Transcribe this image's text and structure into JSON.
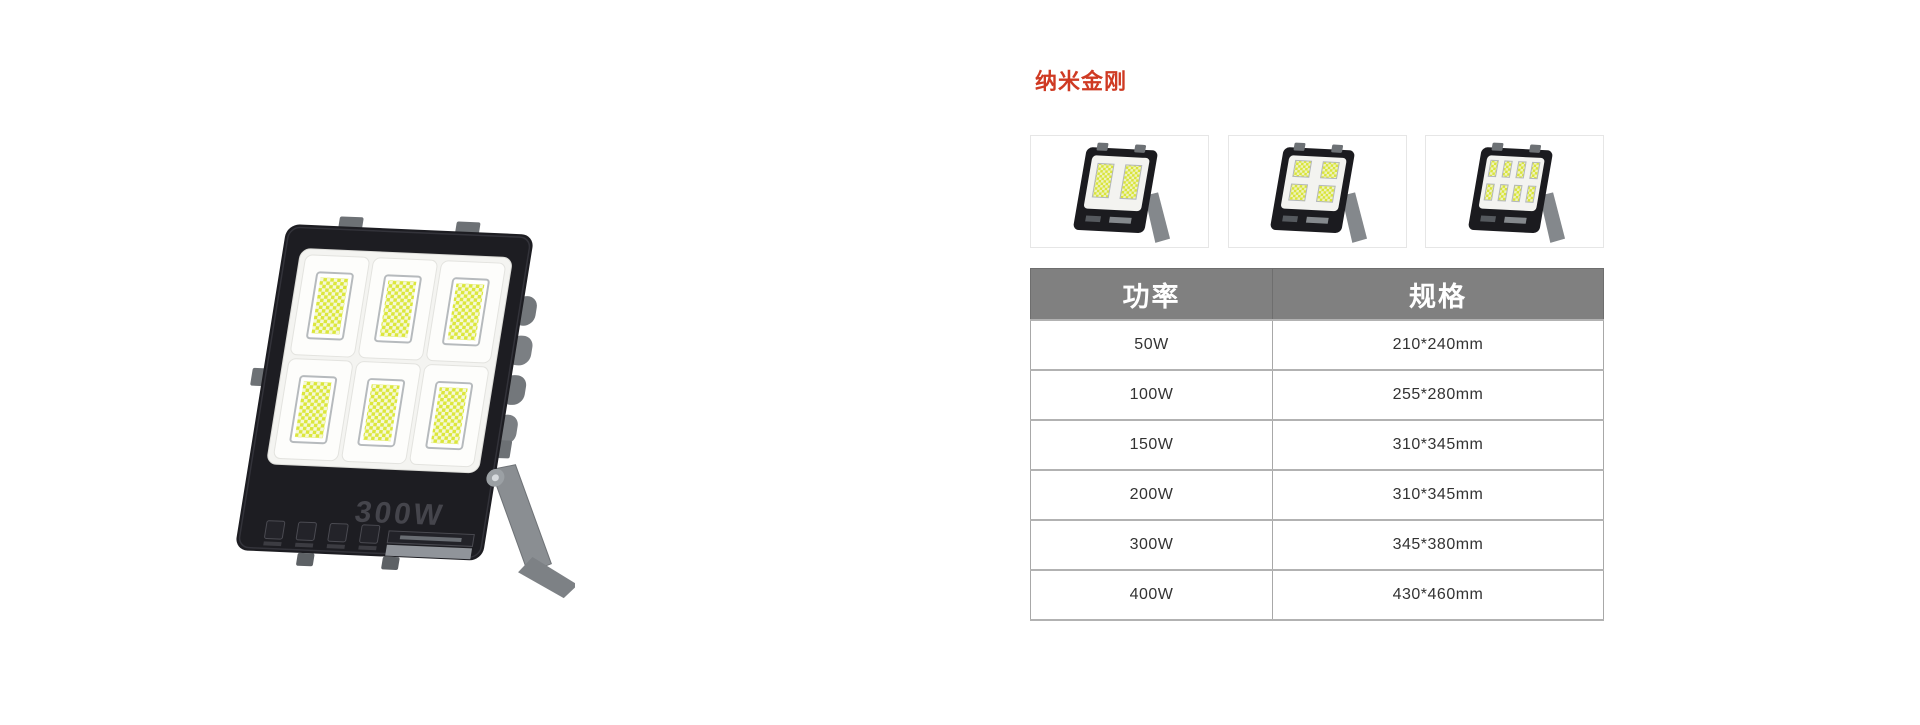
{
  "section": {
    "title": "纳米金刚",
    "title_color": "#cf3a23"
  },
  "hero": {
    "wattage_label": "300W",
    "chip_cols": 3,
    "chip_rows": 2
  },
  "thumbnails": [
    {
      "name": "floodlight-2-chip",
      "chip_cols": 2,
      "chip_rows": 1
    },
    {
      "name": "floodlight-4-chip",
      "chip_cols": 2,
      "chip_rows": 2
    },
    {
      "name": "floodlight-8-chip",
      "chip_cols": 4,
      "chip_rows": 2
    }
  ],
  "spec_table": {
    "headers": [
      "功率",
      "规格"
    ],
    "header_bg": "#808080",
    "header_text_color": "#ffffff",
    "rows": [
      [
        "50W",
        "210*240mm"
      ],
      [
        "100W",
        "255*280mm"
      ],
      [
        "150W",
        "310*345mm"
      ],
      [
        "200W",
        "310*345mm"
      ],
      [
        "300W",
        "345*380mm"
      ],
      [
        "400W",
        "430*460mm"
      ]
    ]
  },
  "colors": {
    "led_chip_yellow": "#dce73c",
    "body_black": "#1d1d22",
    "bracket_gray": "#8a8e92"
  }
}
